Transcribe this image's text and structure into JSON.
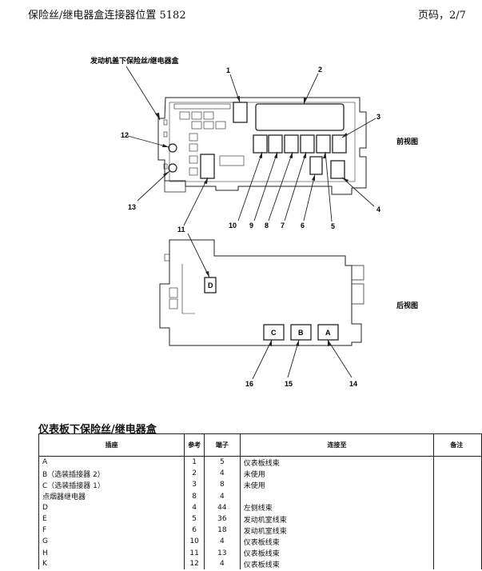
{
  "header": {
    "title": "保险丝/继电器盒连接器位置 5182",
    "page": "页码，2/7"
  },
  "diagram": {
    "box_label": "发动机盖下保险丝/继电器盒",
    "front_view": "前视图",
    "rear_view": "后视图",
    "callouts": [
      "1",
      "2",
      "3",
      "4",
      "5",
      "6",
      "7",
      "8",
      "9",
      "10",
      "11",
      "12",
      "13",
      "14",
      "15",
      "16"
    ],
    "connector_letters": [
      "D",
      "C",
      "B",
      "A"
    ]
  },
  "table": {
    "title": "仪表板下保险丝/继电器盒",
    "headers": [
      "插座",
      "参考",
      "端子",
      "连接至",
      "备注"
    ],
    "rows": [
      [
        "A",
        "1",
        "5",
        "仪表板线束",
        ""
      ],
      [
        "B（选装插接器 2）",
        "2",
        "4",
        "未使用",
        ""
      ],
      [
        "C（选装插接器 1）",
        "3",
        "8",
        "未使用",
        ""
      ],
      [
        "点烟器继电器",
        "8",
        "4",
        "",
        ""
      ],
      [
        "D",
        "4",
        "44",
        "左侧线束",
        ""
      ],
      [
        "E",
        "5",
        "36",
        "发动机室线束",
        ""
      ],
      [
        "F",
        "6",
        "18",
        "发动机室线束",
        ""
      ],
      [
        "G",
        "10",
        "4",
        "仪表板线束",
        ""
      ],
      [
        "H",
        "11",
        "13",
        "仪表板线束",
        ""
      ],
      [
        "K",
        "12",
        "4",
        "仪表板线束",
        ""
      ]
    ]
  }
}
